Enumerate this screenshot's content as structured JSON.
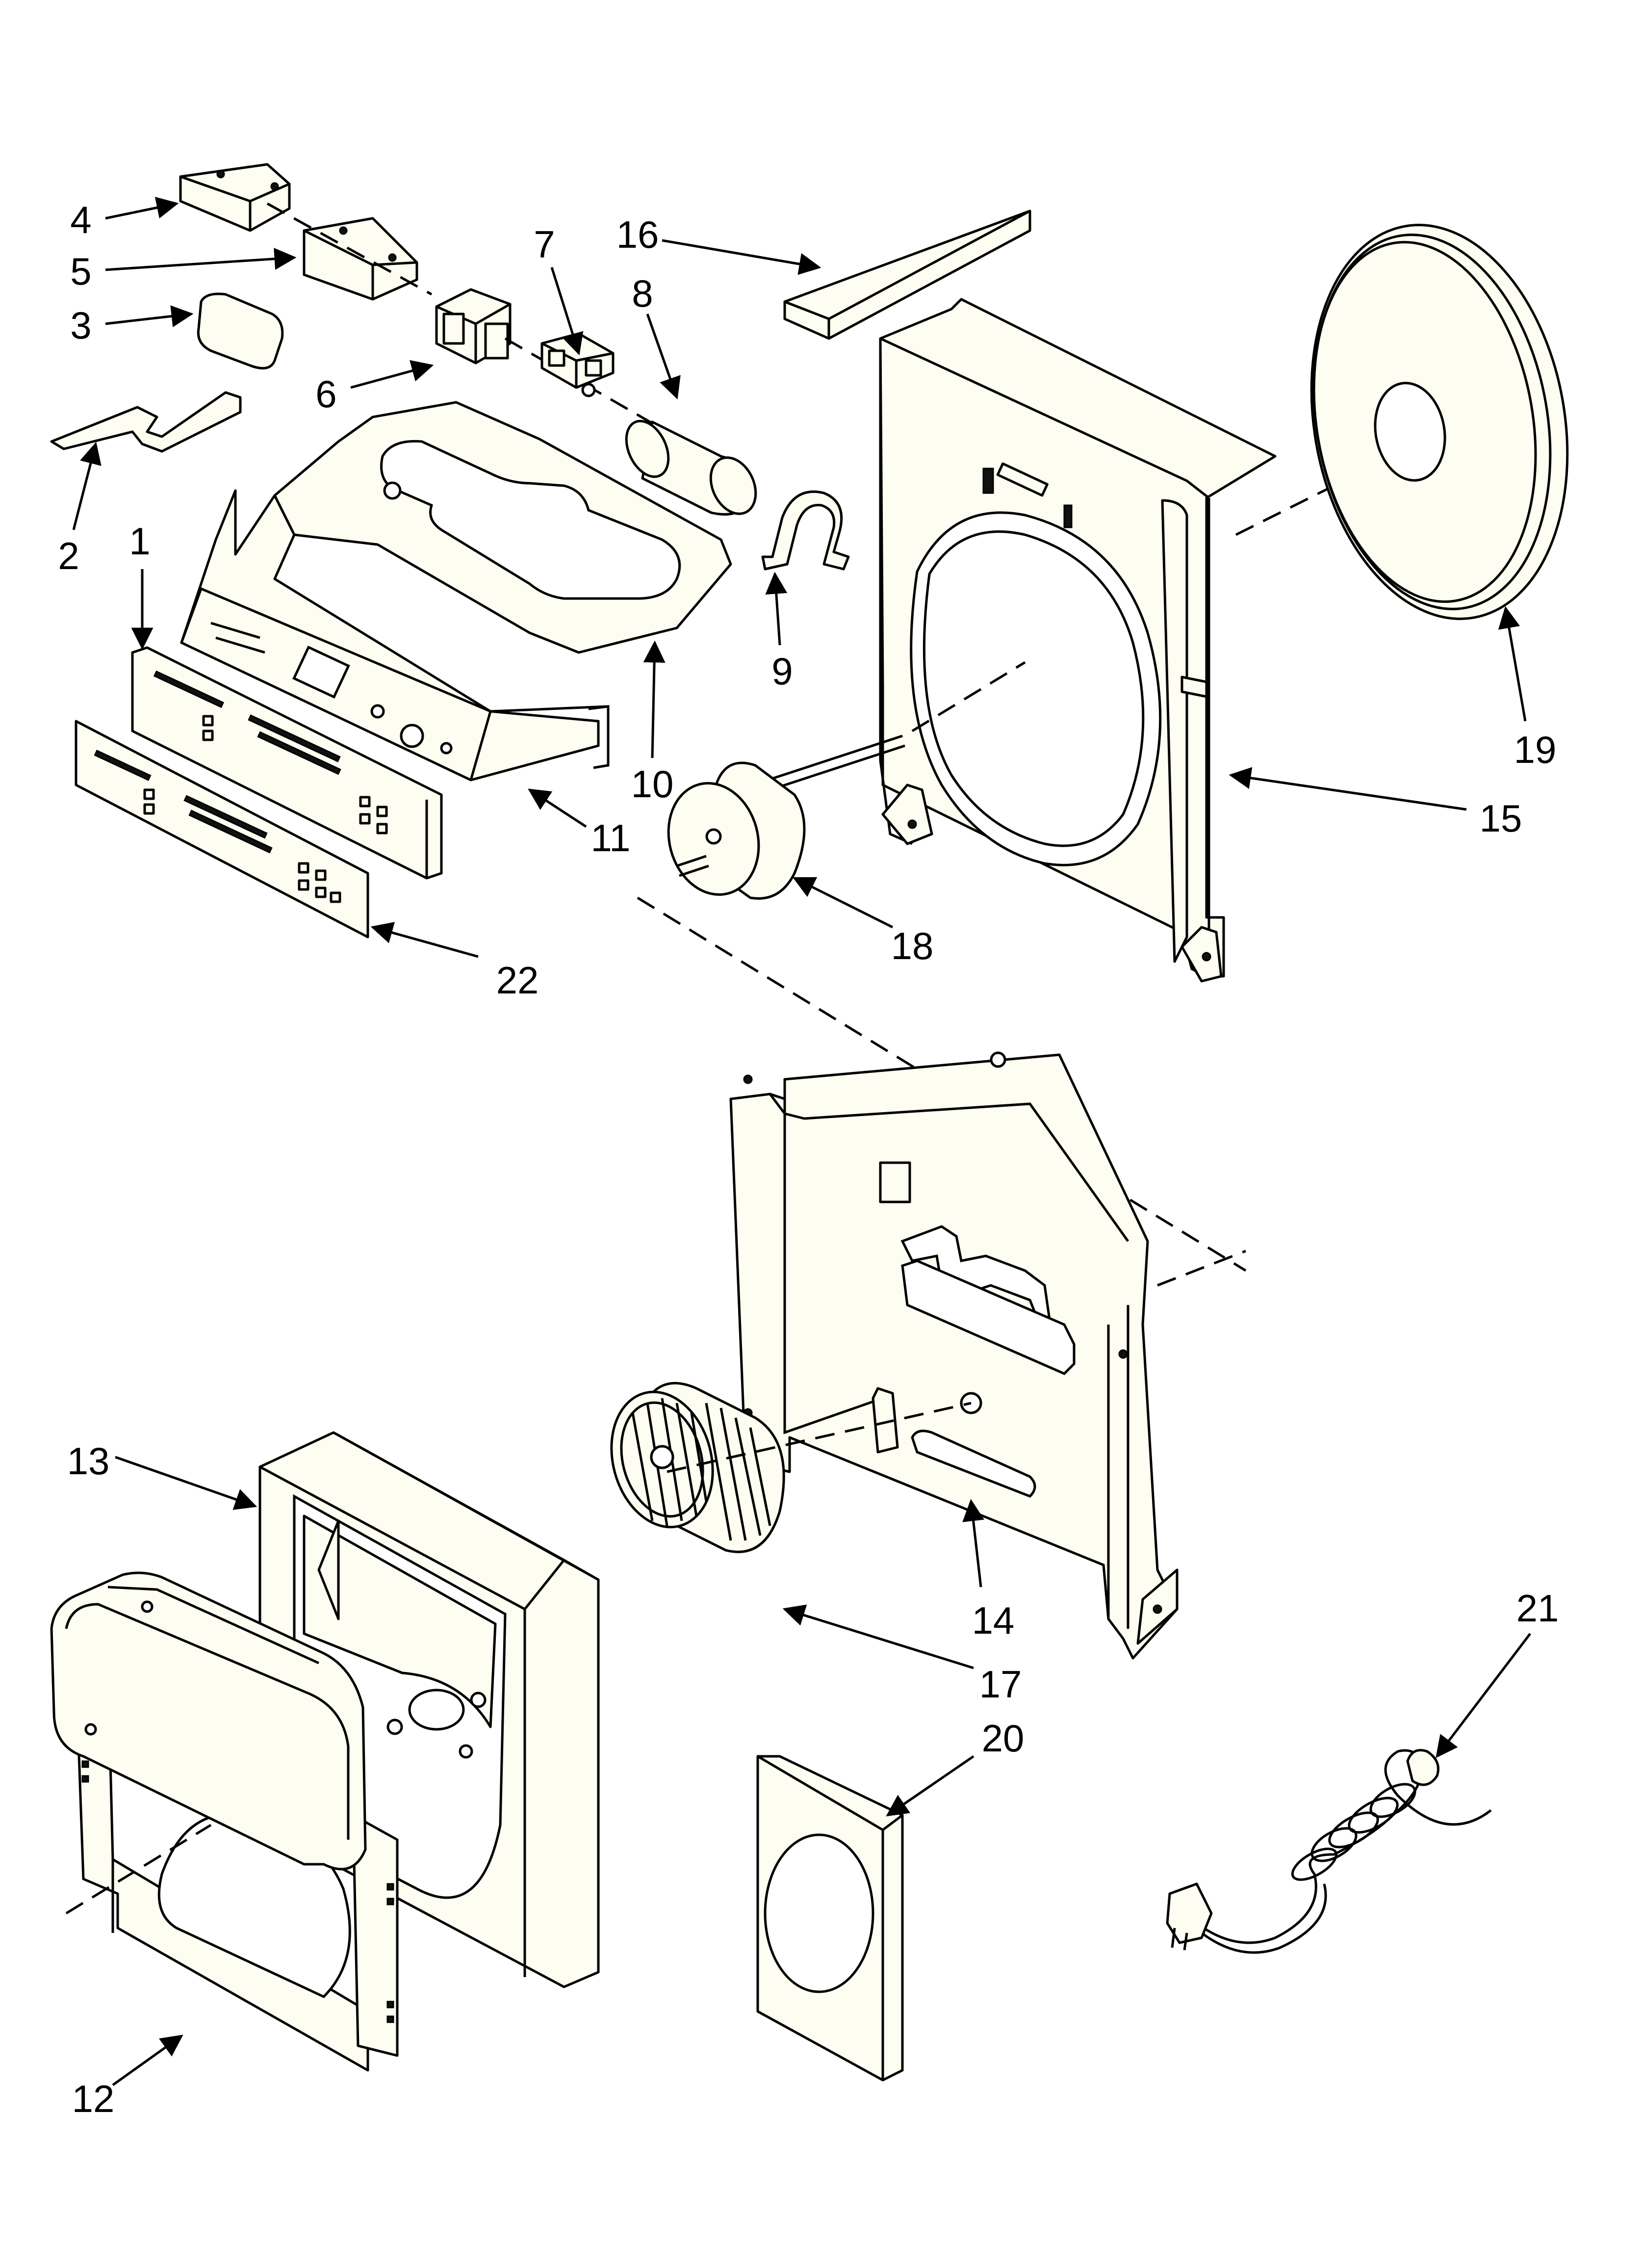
{
  "callouts": [
    {
      "id": "c1",
      "label": "1"
    },
    {
      "id": "c2",
      "label": "2"
    },
    {
      "id": "c3",
      "label": "3"
    },
    {
      "id": "c4",
      "label": "4"
    },
    {
      "id": "c5",
      "label": "5"
    },
    {
      "id": "c6",
      "label": "6"
    },
    {
      "id": "c7",
      "label": "7"
    },
    {
      "id": "c8",
      "label": "8"
    },
    {
      "id": "c9",
      "label": "9"
    },
    {
      "id": "c10",
      "label": "10"
    },
    {
      "id": "c11",
      "label": "11"
    },
    {
      "id": "c12",
      "label": "12"
    },
    {
      "id": "c13",
      "label": "13"
    },
    {
      "id": "c14",
      "label": "14"
    },
    {
      "id": "c15",
      "label": "15"
    },
    {
      "id": "c16",
      "label": "16"
    },
    {
      "id": "c17",
      "label": "17"
    },
    {
      "id": "c18",
      "label": "18"
    },
    {
      "id": "c19",
      "label": "19"
    },
    {
      "id": "c20",
      "label": "20"
    },
    {
      "id": "c21",
      "label": "21"
    },
    {
      "id": "c22",
      "label": "22"
    }
  ],
  "colors": {
    "line": "#000000",
    "part_fill": "#fdfdf1",
    "background": "#ffffff"
  }
}
